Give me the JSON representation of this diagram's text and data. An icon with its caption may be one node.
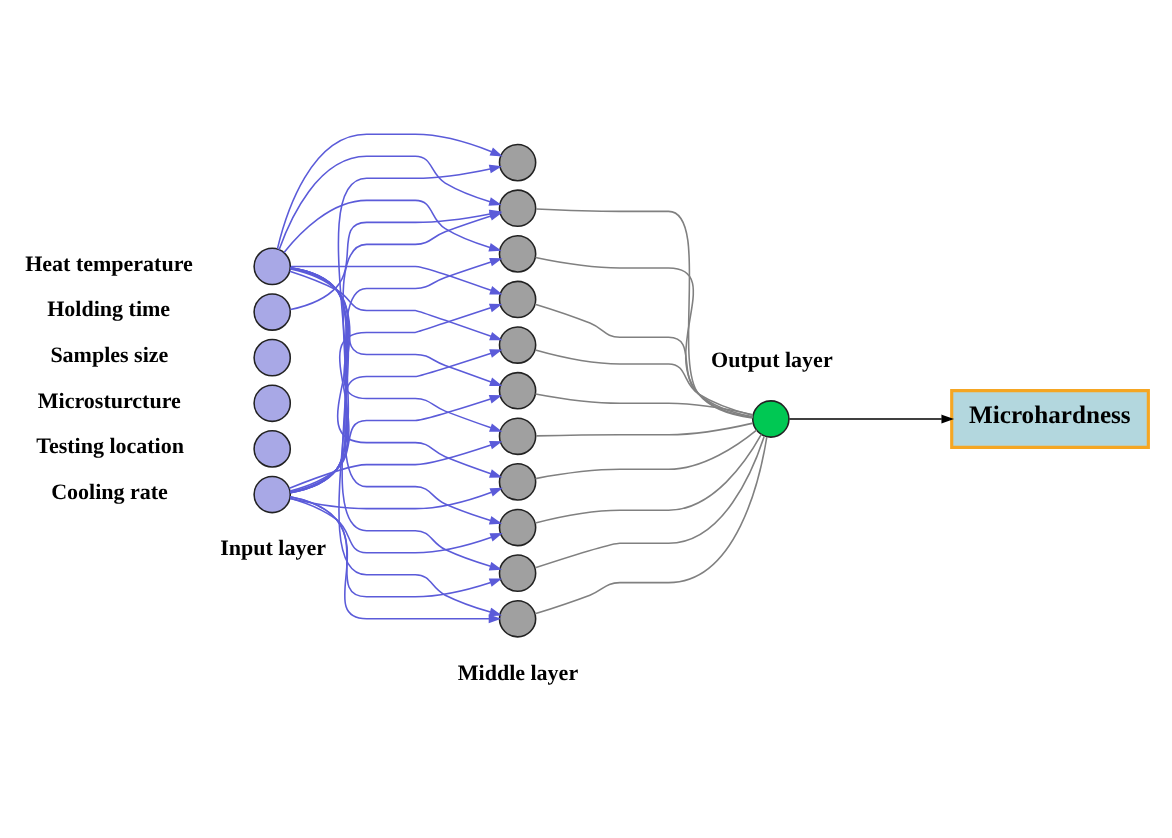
{
  "diagram": {
    "nodes": [
      {
        "text": [],
        "shape": "circle",
        "beside": [
          "Heat temperature"
        ]
      },
      {
        "text": [],
        "shape": "circle",
        "beside": [
          "Holding time"
        ]
      },
      {
        "text": [],
        "shape": "circle",
        "beside": [
          "Samples size"
        ]
      },
      {
        "text": [],
        "shape": "circle",
        "beside": [
          "Microsturcture"
        ]
      },
      {
        "text": [],
        "shape": "circle",
        "beside": [
          "Testing location"
        ]
      },
      {
        "text": [],
        "shape": "circle",
        "beside": [
          "Cooling rate"
        ]
      },
      {
        "text": [],
        "shape": "circle"
      },
      {
        "text": [],
        "shape": "circle"
      },
      {
        "text": [],
        "shape": "circle"
      },
      {
        "text": [],
        "shape": "circle"
      },
      {
        "text": [],
        "shape": "circle"
      },
      {
        "text": [],
        "shape": "circle"
      },
      {
        "text": [],
        "shape": "circle"
      },
      {
        "text": [],
        "shape": "circle"
      },
      {
        "text": [],
        "shape": "circle"
      },
      {
        "text": [],
        "shape": "circle"
      },
      {
        "text": [],
        "shape": "circle"
      },
      {
        "text": [],
        "shape": "circle"
      },
      {
        "text": [
          "Microhardness"
        ]
      }
    ],
    "edges": [
      {
        "from": 0,
        "to": 6,
        "arrow": "to"
      },
      {
        "from": 0,
        "to": 7,
        "arrow": "to"
      },
      {
        "from": 0,
        "to": 8,
        "arrow": "to"
      },
      {
        "from": 0,
        "to": 9,
        "arrow": "to"
      },
      {
        "from": 0,
        "to": 10,
        "arrow": "to"
      },
      {
        "from": 0,
        "to": 11,
        "arrow": "to"
      },
      {
        "from": 0,
        "to": 12,
        "arrow": "to"
      },
      {
        "from": 0,
        "to": 13,
        "arrow": "to"
      },
      {
        "from": 0,
        "to": 14,
        "arrow": "to"
      },
      {
        "from": 0,
        "to": 15,
        "arrow": "to"
      },
      {
        "from": 0,
        "to": 16,
        "arrow": "to"
      },
      {
        "from": 1,
        "to": 7,
        "arrow": "to"
      },
      {
        "from": 5,
        "to": 6,
        "arrow": "to"
      },
      {
        "from": 5,
        "to": 7,
        "arrow": "to"
      },
      {
        "from": 5,
        "to": 8,
        "arrow": "to"
      },
      {
        "from": 5,
        "to": 9,
        "arrow": "to"
      },
      {
        "from": 5,
        "to": 10,
        "arrow": "to"
      },
      {
        "from": 5,
        "to": 11,
        "arrow": "to"
      },
      {
        "from": 5,
        "to": 12,
        "arrow": "to"
      },
      {
        "from": 5,
        "to": 13,
        "arrow": "to"
      },
      {
        "from": 5,
        "to": 14,
        "arrow": "to"
      },
      {
        "from": 5,
        "to": 15,
        "arrow": "to"
      },
      {
        "from": 5,
        "to": 16,
        "arrow": "to"
      },
      {
        "from": 7,
        "to": 17,
        "arrow": "none",
        "color": "#808080"
      },
      {
        "from": 8,
        "to": 17,
        "arrow": "none",
        "color": "#808080"
      },
      {
        "from": 9,
        "to": 17,
        "arrow": "none",
        "color": "#808080"
      },
      {
        "from": 10,
        "to": 17,
        "arrow": "none",
        "color": "#808080"
      },
      {
        "from": 11,
        "to": 17,
        "arrow": "none",
        "color": "#808080"
      },
      {
        "from": 12,
        "to": 17,
        "arrow": "none",
        "color": "#808080"
      },
      {
        "from": 13,
        "to": 17,
        "arrow": "none",
        "color": "#808080"
      },
      {
        "from": 14,
        "to": 17,
        "arrow": "none",
        "color": "#808080"
      },
      {
        "from": 15,
        "to": 17,
        "arrow": "none",
        "color": "#808080"
      },
      {
        "from": 16,
        "to": 17,
        "arrow": "none",
        "color": "#808080"
      },
      {
        "from": 17,
        "to": 18,
        "arrow": "to",
        "color": "#000000"
      }
    ],
    "labels": [
      "Input layer",
      "Middle layer",
      "Output layer"
    ]
  }
}
